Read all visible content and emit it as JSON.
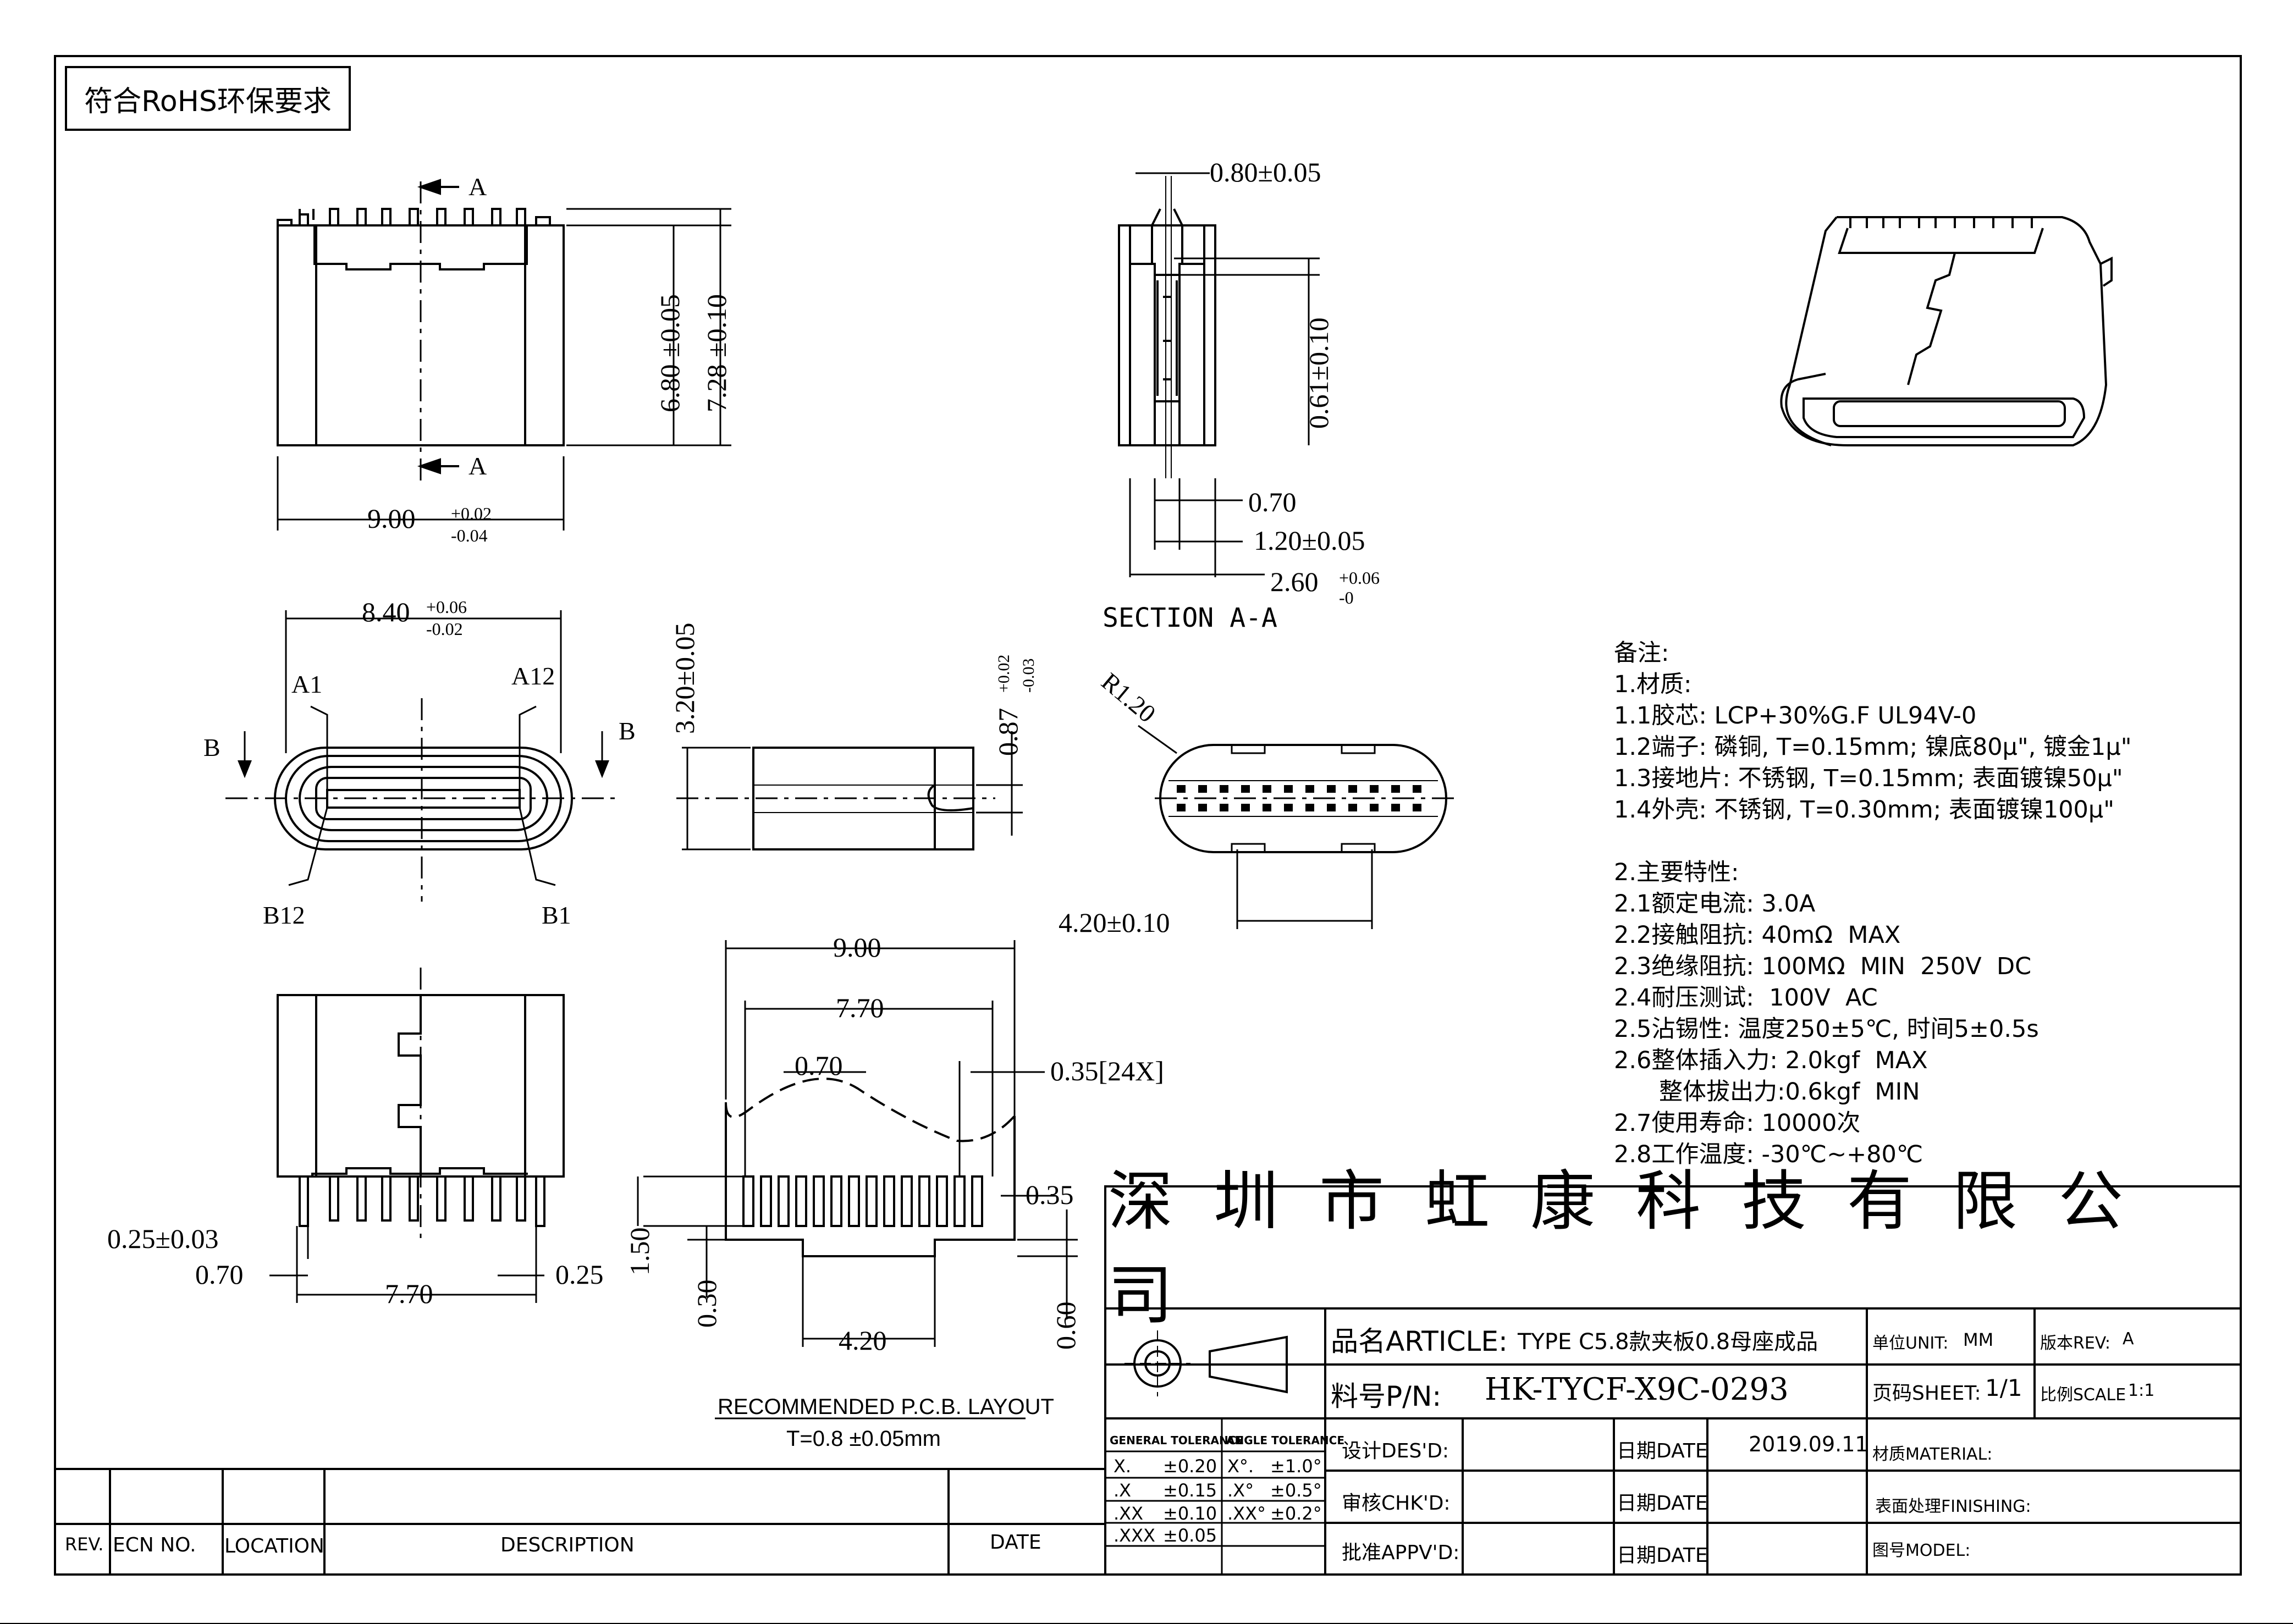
{
  "rohs_note": "符合RoHS环保要求",
  "views": {
    "front": {
      "width_label": "9.00",
      "width_tol_plus": "+0.02",
      "width_tol_minus": "-0.04",
      "height1": "6.80 ±0.05",
      "height2": "7.28 ±0.10",
      "section_mark": "A"
    },
    "section": {
      "title": "SECTION A-A",
      "dims": [
        "0.80±0.05",
        "0.61±0.10",
        "0.70",
        "1.20±0.05",
        "2.60"
      ],
      "dim_2_60_tol_plus": "+0.06",
      "dim_2_60_tol_minus": "-0"
    },
    "end": {
      "width": "8.40",
      "width_tol_plus": "+0.06",
      "width_tol_minus": "-0.02",
      "pins": [
        "A1",
        "A12",
        "B12",
        "B1"
      ],
      "section_mark": "B"
    },
    "side": {
      "height": "3.20±0.05",
      "dim": "0.87",
      "dim_tol_plus": "+0.02",
      "dim_tol_minus": "-0.03"
    },
    "contacts": {
      "radius": "R1.20",
      "width": "4.20±0.10"
    },
    "bottom": {
      "dims": [
        "0.25±0.03",
        "0.70",
        "7.70",
        "0.25"
      ]
    },
    "pcb": {
      "dims": [
        "9.00",
        "7.70",
        "0.70",
        "0.35[24X]",
        "0.35",
        "1.50",
        "0.30",
        "4.20",
        "0.60"
      ],
      "title": "RECOMMENDED   P.C.B. LAYOUT",
      "thickness": "T=0.8 ±0.05mm"
    }
  },
  "notes": {
    "header": "备注:",
    "material_title": "1.材质:",
    "material": [
      "1.1胶芯: LCP+30%G.F UL94V-0",
      "1.2端子: 磷铜, T=0.15mm; 镍底80μ\", 镀金1μ\"",
      "1.3接地片: 不锈钢, T=0.15mm; 表面镀镍50μ\"",
      "1.4外壳: 不锈钢, T=0.30mm; 表面镀镍100μ\""
    ],
    "spec_title": "2.主要特性:",
    "specs": [
      "2.1额定电流: 3.0A",
      "2.2接触阻抗: 40mΩ  MAX",
      "2.3绝缘阻抗: 100MΩ  MIN  250V  DC",
      "2.4耐压测试:  100V  AC",
      "2.5沾锡性: 温度250±5℃, 时间5±0.5s",
      "2.6整体插入力: 2.0kgf  MAX",
      "      整体拔出力:0.6kgf  MIN",
      "2.7使用寿命: 10000次",
      "2.8工作温度: -30℃~+80℃"
    ]
  },
  "title_block": {
    "company": "深圳市虹康科技有限公司",
    "article_label": "品名ARTICLE:",
    "article": "TYPE  C5.8款夹板0.8母座成品",
    "unit_label": "单位UNIT:",
    "unit": "MM",
    "rev_label": "版本REV:",
    "rev": "A",
    "pn_label": "料号P/N:",
    "pn": "HK-TYCF-X9C-0293",
    "sheet_label": "页码SHEET:",
    "sheet": "1/1",
    "scale_label": "比例SCALE",
    "scale": "1:1",
    "des_label": "设计DES'D:",
    "chk_label": "审核CHK'D:",
    "appv_label": "批准APPV'D:",
    "date_label": "日期DATE",
    "date": "2019.09.11",
    "material_label": "材质MATERIAL:",
    "finishing_label": "表面处理FINISHING:",
    "model_label": "图号MODEL:"
  },
  "tolerance": {
    "general_header": "GENERAL TOLERANCE",
    "angle_header": "ANGLE TOLERANCE",
    "rows": [
      {
        "g": "X.",
        "gv": "±0.20",
        "a": "X°.",
        "av": "±1.0°"
      },
      {
        "g": ".X",
        "gv": "±0.15",
        "a": ".X°",
        "av": "±0.5°"
      },
      {
        "g": ".XX",
        "gv": "±0.10",
        "a": ".XX°",
        "av": "±0.2°"
      },
      {
        "g": ".XXX",
        "gv": "±0.05",
        "a": "",
        "av": ""
      }
    ]
  },
  "revision": {
    "rev": "REV.",
    "ecn": "ECN NO.",
    "location": "LOCATION",
    "description": "DESCRIPTION",
    "date": "DATE"
  }
}
